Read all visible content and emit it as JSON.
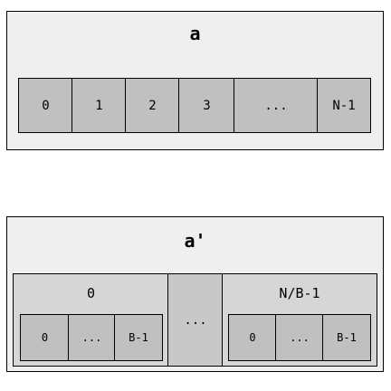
{
  "array_a": {
    "title": "a",
    "cells": [
      "0",
      "1",
      "2",
      "3",
      "...",
      "N-1"
    ]
  },
  "array_a_prime": {
    "title": "a'",
    "groups": [
      {
        "label": "0",
        "cells": [
          "0",
          "...",
          "B-1"
        ]
      },
      {
        "label": "N/B-1",
        "cells": [
          "0",
          "...",
          "B-1"
        ]
      }
    ],
    "middle_ellipsis": "..."
  }
}
